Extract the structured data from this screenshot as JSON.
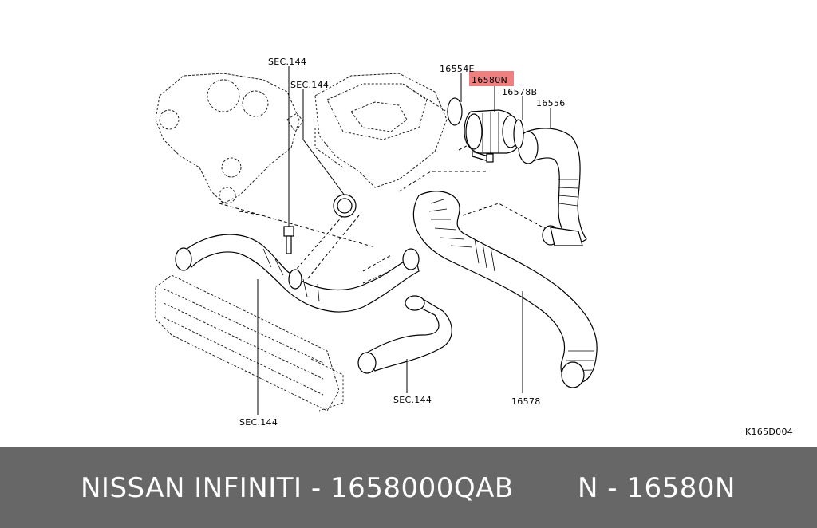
{
  "diagram": {
    "labels": {
      "sec144_top_left": "SEC.144",
      "sec144_top_mid": "SEC.144",
      "p16554e": "16554E",
      "p16580n": "16580N",
      "p16578b": "16578B",
      "p16556": "16556",
      "sec144_bottom_right": "SEC.144",
      "sec144_bottom_left": "SEC.144",
      "p16578": "16578",
      "figure_code": "K165D004"
    },
    "highlight_color": "#f08080"
  },
  "banner": {
    "left_text": "NISSAN  INFINITI - 1658000QAB",
    "right_text": "N - 16580N",
    "background": "#676767",
    "text_color": "#ffffff"
  }
}
